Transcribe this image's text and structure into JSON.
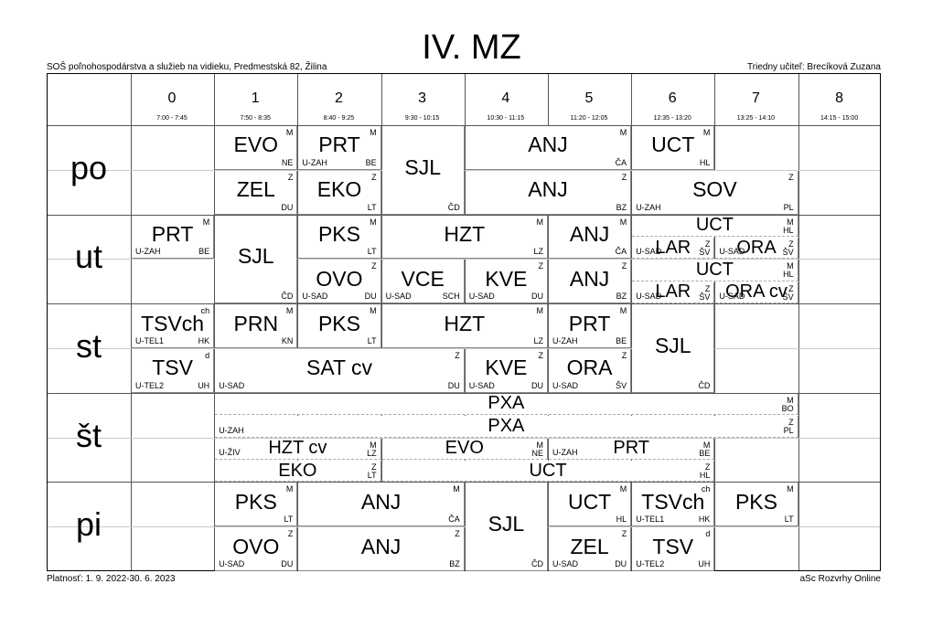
{
  "title": "IV. MZ",
  "school": "SOŠ poľnohospodárstva a služieb na vidieku, Predmestská 82, Žilina",
  "class_teacher": "Triedny učiteľ: Brecíková Zuzana",
  "footer_left": "Platnosť: 1. 9. 2022-30. 6. 2023",
  "footer_right": "aSc Rozvrhy Online",
  "periods": [
    {
      "num": "0",
      "time": "7:00 - 7:45"
    },
    {
      "num": "1",
      "time": "7:50 - 8:35"
    },
    {
      "num": "2",
      "time": "8:40 - 9:25"
    },
    {
      "num": "3",
      "time": "9:30 - 10:15"
    },
    {
      "num": "4",
      "time": "10:30 - 11:15"
    },
    {
      "num": "5",
      "time": "11:20 - 12:05"
    },
    {
      "num": "6",
      "time": "12:35 - 13:20"
    },
    {
      "num": "7",
      "time": "13:25 - 14:10"
    },
    {
      "num": "8",
      "time": "14:15 - 15:00"
    }
  ],
  "days": [
    "po",
    "ut",
    "st",
    "št",
    "pi"
  ],
  "lessons": [
    {
      "day": 0,
      "row": 0,
      "rows": 1,
      "p": 1,
      "span": 1,
      "subject": "EVO",
      "group": "M",
      "room": "",
      "teacher": "NE"
    },
    {
      "day": 0,
      "row": 0,
      "rows": 1,
      "p": 2,
      "span": 1,
      "subject": "PRT",
      "group": "M",
      "room": "U-ZAH",
      "teacher": "BE"
    },
    {
      "day": 0,
      "row": 0,
      "rows": 2,
      "p": 3,
      "span": 1,
      "subject": "SJL",
      "group": "",
      "room": "",
      "teacher": "ČD"
    },
    {
      "day": 0,
      "row": 0,
      "rows": 1,
      "p": 4,
      "span": 2,
      "subject": "ANJ",
      "group": "M",
      "room": "",
      "teacher": "ČA"
    },
    {
      "day": 0,
      "row": 0,
      "rows": 1,
      "p": 6,
      "span": 1,
      "subject": "UCT",
      "group": "M",
      "room": "",
      "teacher": "HL"
    },
    {
      "day": 0,
      "row": 1,
      "rows": 1,
      "p": 1,
      "span": 1,
      "subject": "ZEL",
      "group": "Z",
      "room": "",
      "teacher": "DU"
    },
    {
      "day": 0,
      "row": 1,
      "rows": 1,
      "p": 2,
      "span": 1,
      "subject": "EKO",
      "group": "Z",
      "room": "",
      "teacher": "LT"
    },
    {
      "day": 0,
      "row": 1,
      "rows": 1,
      "p": 4,
      "span": 2,
      "subject": "ANJ",
      "group": "Z",
      "room": "",
      "teacher": "BZ"
    },
    {
      "day": 0,
      "row": 1,
      "rows": 1,
      "p": 6,
      "span": 2,
      "subject": "SOV",
      "group": "Z",
      "room": "U-ZAH",
      "teacher": "PL"
    },
    {
      "day": 1,
      "row": 0,
      "rows": 1,
      "p": 0,
      "span": 1,
      "subject": "PRT",
      "group": "M",
      "room": "U-ZAH",
      "teacher": "BE"
    },
    {
      "day": 1,
      "row": 0,
      "rows": 2,
      "p": 1,
      "span": 1,
      "subject": "SJL",
      "group": "",
      "room": "",
      "teacher": "ČD"
    },
    {
      "day": 1,
      "row": 0,
      "rows": 1,
      "p": 2,
      "span": 1,
      "subject": "PKS",
      "group": "M",
      "room": "",
      "teacher": "LT"
    },
    {
      "day": 1,
      "row": 0,
      "rows": 1,
      "p": 3,
      "span": 2,
      "subject": "HZT",
      "group": "M",
      "room": "",
      "teacher": "LZ"
    },
    {
      "day": 1,
      "row": 0,
      "rows": 1,
      "p": 5,
      "span": 1,
      "subject": "ANJ",
      "group": "M",
      "room": "",
      "teacher": "ČA"
    },
    {
      "day": 1,
      "row": 1,
      "rows": 1,
      "p": 2,
      "span": 1,
      "subject": "OVO",
      "group": "Z",
      "room": "U-SAD",
      "teacher": "DU"
    },
    {
      "day": 1,
      "row": 1,
      "rows": 1,
      "p": 3,
      "span": 1,
      "subject": "VCE",
      "group": "",
      "room": "U-SAD",
      "teacher": "SCH"
    },
    {
      "day": 1,
      "row": 1,
      "rows": 1,
      "p": 4,
      "span": 1,
      "subject": "KVE",
      "group": "Z",
      "room": "U-SAD",
      "teacher": "DU"
    },
    {
      "day": 1,
      "row": 1,
      "rows": 1,
      "p": 5,
      "span": 1,
      "subject": "ANJ",
      "group": "Z",
      "room": "",
      "teacher": "BZ"
    },
    {
      "day": 2,
      "row": 0,
      "rows": 1,
      "p": 0,
      "span": 1,
      "subject": "TSVch",
      "group": "ch",
      "room": "U-TEL1",
      "teacher": "HK"
    },
    {
      "day": 2,
      "row": 0,
      "rows": 1,
      "p": 1,
      "span": 1,
      "subject": "PRN",
      "group": "M",
      "room": "",
      "teacher": "KN"
    },
    {
      "day": 2,
      "row": 0,
      "rows": 1,
      "p": 2,
      "span": 1,
      "subject": "PKS",
      "group": "M",
      "room": "",
      "teacher": "LT"
    },
    {
      "day": 2,
      "row": 0,
      "rows": 1,
      "p": 3,
      "span": 2,
      "subject": "HZT",
      "group": "M",
      "room": "",
      "teacher": "LZ"
    },
    {
      "day": 2,
      "row": 0,
      "rows": 1,
      "p": 5,
      "span": 1,
      "subject": "PRT",
      "group": "M",
      "room": "U-ZAH",
      "teacher": "BE"
    },
    {
      "day": 2,
      "row": 0,
      "rows": 2,
      "p": 6,
      "span": 1,
      "subject": "SJL",
      "group": "",
      "room": "",
      "teacher": "ČD"
    },
    {
      "day": 2,
      "row": 1,
      "rows": 1,
      "p": 0,
      "span": 1,
      "subject": "TSV",
      "group": "d",
      "room": "U-TEL2",
      "teacher": "UH"
    },
    {
      "day": 2,
      "row": 1,
      "rows": 1,
      "p": 1,
      "span": 3,
      "subject": "SAT cv",
      "group": "Z",
      "room": "U-SAD",
      "teacher": "DU"
    },
    {
      "day": 2,
      "row": 1,
      "rows": 1,
      "p": 4,
      "span": 1,
      "subject": "KVE",
      "group": "Z",
      "room": "U-SAD",
      "teacher": "DU"
    },
    {
      "day": 2,
      "row": 1,
      "rows": 1,
      "p": 5,
      "span": 1,
      "subject": "ORA",
      "group": "Z",
      "room": "U-SAD",
      "teacher": "ŠV"
    },
    {
      "day": 4,
      "row": 0,
      "rows": 1,
      "p": 1,
      "span": 1,
      "subject": "PKS",
      "group": "M",
      "room": "",
      "teacher": "LT"
    },
    {
      "day": 4,
      "row": 0,
      "rows": 1,
      "p": 2,
      "span": 2,
      "subject": "ANJ",
      "group": "M",
      "room": "",
      "teacher": "ČA"
    },
    {
      "day": 4,
      "row": 0,
      "rows": 2,
      "p": 4,
      "span": 1,
      "subject": "SJL",
      "group": "",
      "room": "",
      "teacher": "ČD"
    },
    {
      "day": 4,
      "row": 0,
      "rows": 1,
      "p": 5,
      "span": 1,
      "subject": "UCT",
      "group": "M",
      "room": "",
      "teacher": "HL"
    },
    {
      "day": 4,
      "row": 0,
      "rows": 1,
      "p": 6,
      "span": 1,
      "subject": "TSVch",
      "group": "ch",
      "room": "U-TEL1",
      "teacher": "HK"
    },
    {
      "day": 4,
      "row": 0,
      "rows": 1,
      "p": 7,
      "span": 1,
      "subject": "PKS",
      "group": "M",
      "room": "",
      "teacher": "LT"
    },
    {
      "day": 4,
      "row": 1,
      "rows": 1,
      "p": 1,
      "span": 1,
      "subject": "OVO",
      "group": "Z",
      "room": "U-SAD",
      "teacher": "DU"
    },
    {
      "day": 4,
      "row": 1,
      "rows": 1,
      "p": 2,
      "span": 2,
      "subject": "ANJ",
      "group": "Z",
      "room": "",
      "teacher": "BZ"
    },
    {
      "day": 4,
      "row": 1,
      "rows": 1,
      "p": 5,
      "span": 1,
      "subject": "ZEL",
      "group": "Z",
      "room": "U-SAD",
      "teacher": "DU"
    },
    {
      "day": 4,
      "row": 1,
      "rows": 1,
      "p": 6,
      "span": 1,
      "subject": "TSV",
      "group": "d",
      "room": "U-TEL2",
      "teacher": "UH"
    }
  ],
  "quarter_lessons": [
    {
      "day": 1,
      "q": 0,
      "p": 6,
      "span": 2,
      "subject": "UCT",
      "group": "M",
      "teacher": "HL",
      "room": ""
    },
    {
      "day": 1,
      "q": 1,
      "p": 6,
      "span": 1,
      "subject": "LAR",
      "group": "Z",
      "teacher": "ŠV",
      "room": "U-SAD"
    },
    {
      "day": 1,
      "q": 1,
      "p": 7,
      "span": 1,
      "subject": "ORA",
      "group": "Z",
      "teacher": "ŠV",
      "room": "U-SAD"
    },
    {
      "day": 1,
      "q": 2,
      "p": 6,
      "span": 2,
      "subject": "UCT",
      "group": "M",
      "teacher": "HL",
      "room": ""
    },
    {
      "day": 1,
      "q": 3,
      "p": 6,
      "span": 1,
      "subject": "LAR",
      "group": "Z",
      "teacher": "ŠV",
      "room": "U-SAD"
    },
    {
      "day": 1,
      "q": 3,
      "p": 7,
      "span": 1,
      "subject": "ORA cv",
      "group": "Z",
      "teacher": "ŠV",
      "room": "U-SAD"
    },
    {
      "day": 3,
      "q": 0,
      "p": 1,
      "span": 7,
      "subject": "PXA",
      "group": "M",
      "teacher": "BO",
      "room": ""
    },
    {
      "day": 3,
      "q": 1,
      "p": 1,
      "span": 7,
      "subject": "PXA",
      "group": "Z",
      "teacher": "PL",
      "room": "U-ZAH"
    },
    {
      "day": 3,
      "q": 2,
      "p": 1,
      "span": 2,
      "subject": "HZT cv",
      "group": "M",
      "teacher": "LZ",
      "room": "U-ŽIV"
    },
    {
      "day": 3,
      "q": 2,
      "p": 3,
      "span": 2,
      "subject": "EVO",
      "group": "M",
      "teacher": "NE",
      "room": ""
    },
    {
      "day": 3,
      "q": 2,
      "p": 5,
      "span": 2,
      "subject": "PRT",
      "group": "M",
      "teacher": "BE",
      "room": "U-ZAH"
    },
    {
      "day": 3,
      "q": 3,
      "p": 1,
      "span": 2,
      "subject": "EKO",
      "group": "Z",
      "teacher": "LT",
      "room": ""
    },
    {
      "day": 3,
      "q": 3,
      "p": 3,
      "span": 4,
      "subject": "UCT",
      "group": "Z",
      "teacher": "HL",
      "room": ""
    }
  ]
}
